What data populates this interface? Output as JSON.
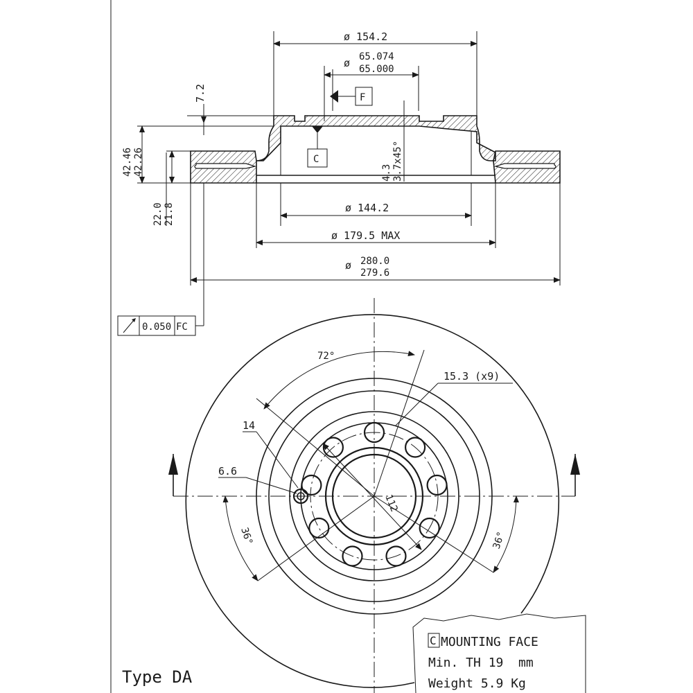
{
  "section_view": {
    "dim_overall_hat_dia": "ø 154.2",
    "dim_center_bore_max": "65.074",
    "dim_center_bore_min": "65.000",
    "dim_hat_thickness": "7.2",
    "dim_height_max": "42.46",
    "dim_height_min": "42.26",
    "dim_disc_thickness_max": "22.0",
    "dim_disc_thickness_min": "21.8",
    "dim_chamfer_1": "4.3",
    "dim_chamfer_2": "3.7x45°",
    "dim_inner_dia": "ø 144.2",
    "dim_hat_outer_dia": "ø 179.5 MAX",
    "dim_disc_dia_max": "280.0",
    "dim_disc_dia_min": "279.6",
    "datum_f": "F",
    "datum_c": "C",
    "tolerance_value": "0.050",
    "tolerance_datum": "FC"
  },
  "front_view": {
    "angle_72": "72°",
    "angle_36_left": "36°",
    "angle_36_right": "36°",
    "hole_dia_count": "15.3 (x9)",
    "dim_14": "14",
    "dim_6_6": "6.6",
    "pcd_112": "112"
  },
  "notes": {
    "datum_c_label": "C",
    "mounting_face": "MOUNTING FACE",
    "min_thickness": "Min. TH 19  mm",
    "weight": "Weight 5.9 Kg"
  },
  "type_label": "Type DA"
}
